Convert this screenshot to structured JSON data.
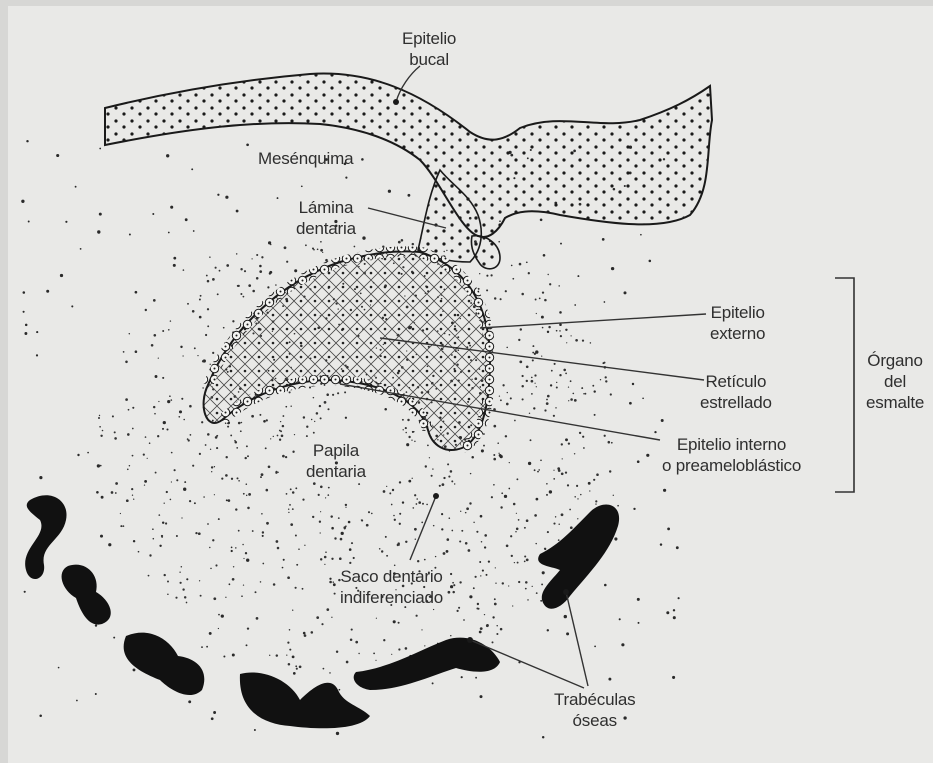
{
  "labels": {
    "epitelio_bucal": [
      "Epitelio",
      "bucal"
    ],
    "mesenquima": "Mesénquima",
    "lamina_dentaria": [
      "Lámina",
      "dentaria"
    ],
    "epitelio_externo": [
      "Epitelio",
      "externo"
    ],
    "reticulo_estrellado": [
      "Retículo",
      "estrellado"
    ],
    "epitelio_interno": [
      "Epitelio interno",
      "o preameloblástico"
    ],
    "organo_del_esmalte": [
      "Órgano",
      "del",
      "esmalte"
    ],
    "papila_dentaria": [
      "Papila",
      "dentaria"
    ],
    "saco_dentario": [
      "Saco dentario",
      "indiferenciado"
    ],
    "trabeculas_oseas": [
      "Trabéculas",
      "óseas"
    ]
  },
  "colors": {
    "paper": "#e9e9e7",
    "ink": "#1a1a1a",
    "border": "#d7d7d5"
  }
}
